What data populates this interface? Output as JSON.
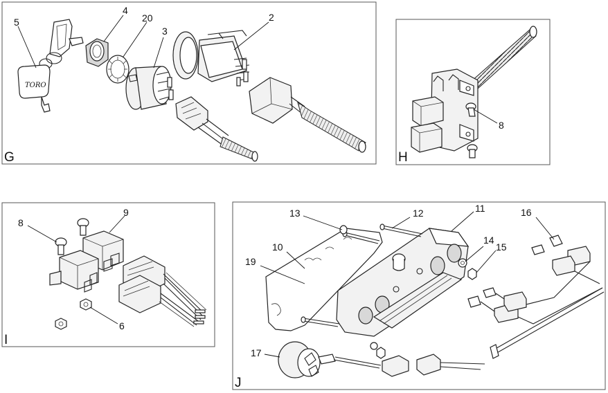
{
  "panels": {
    "G": {
      "label": "G",
      "callouts": [
        "5",
        "4",
        "20",
        "3",
        "2"
      ],
      "key_logo": "TORO"
    },
    "H": {
      "label": "H",
      "callouts": [
        "8"
      ]
    },
    "I": {
      "label": "I",
      "callouts": [
        "8",
        "9",
        "6"
      ]
    },
    "J": {
      "label": "J",
      "callouts": [
        "13",
        "12",
        "11",
        "16",
        "10",
        "19",
        "14",
        "15",
        "17"
      ]
    }
  }
}
